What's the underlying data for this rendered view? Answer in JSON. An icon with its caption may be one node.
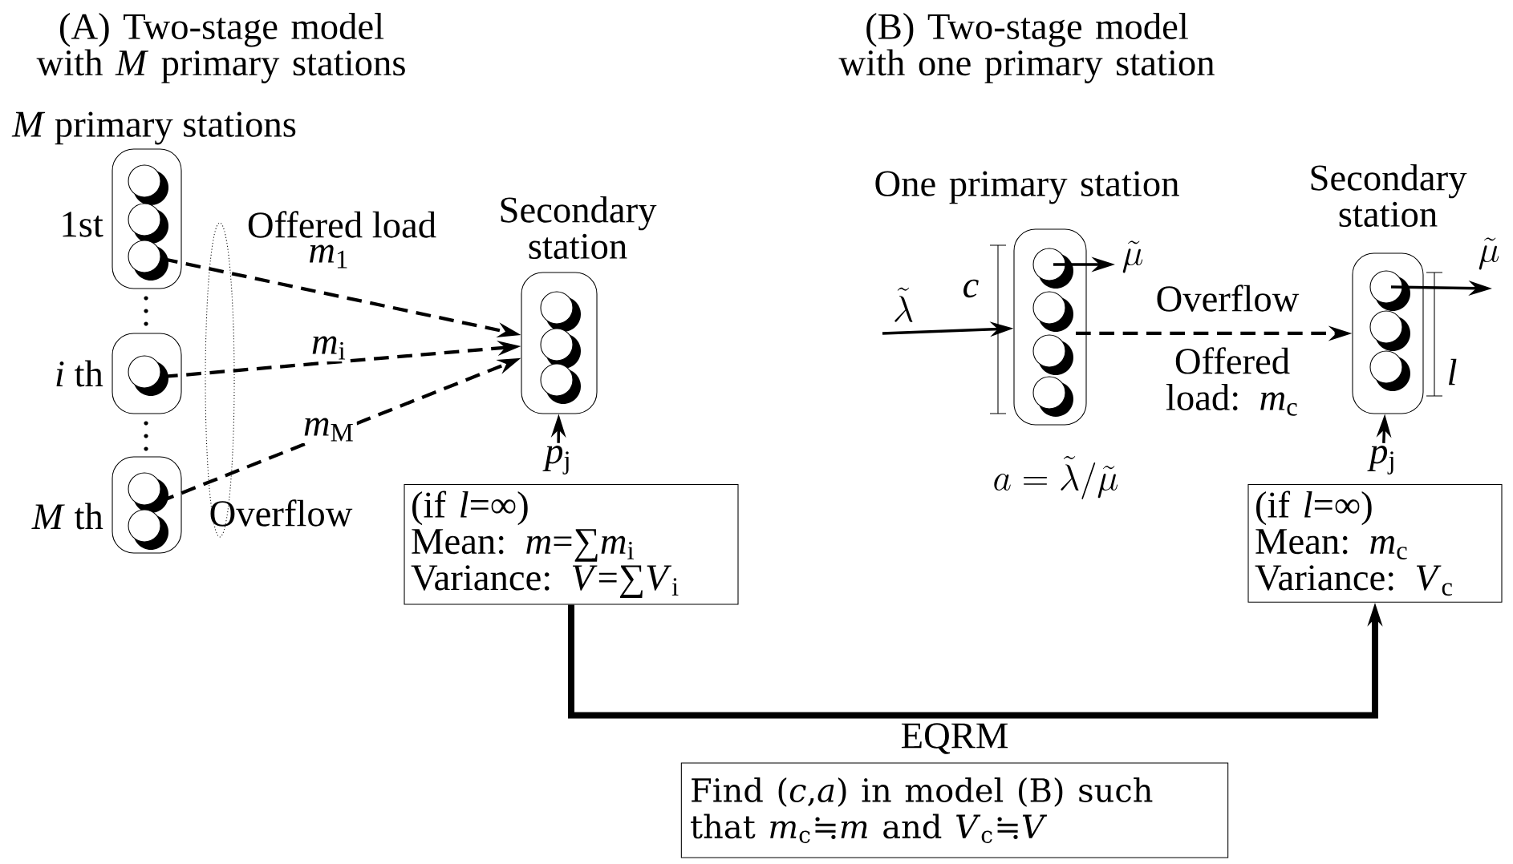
{
  "diagram": {
    "nodes": [
      {
        "text": [],
        "shape": "box",
        "beside": [
          "1st"
        ]
      },
      {
        "text": [],
        "shape": "box",
        "beside": [
          "*i* th"
        ]
      },
      {
        "text": [],
        "shape": "box",
        "beside": [
          "*M* th"
        ]
      },
      {
        "text": [
          "Secondary station"
        ]
      },
      {
        "text": [
          "(if *l*=∞)",
          "Mean: *m*=∑*m*$_{i}$",
          "Variance: *V*=∑*V*$_{i}$"
        ]
      },
      {
        "text": [
          "One primary station"
        ],
        "beside": [
          "a=\\tilde{\\lambda}/\\tilde{\\mu}"
        ]
      },
      {
        "text": [
          "Secondary station"
        ]
      },
      {
        "text": [
          "(if *l*=∞)",
          "Mean: *m*$_{c}$",
          "Variance: *V*$_{c}$"
        ]
      },
      {
        "text": [
          "EQRM",
          "Find (*c*,*a*) in model (B) such that *m*$_{c}$≒*m* and *V*$_{c}$≒*V*"
        ]
      },
      {
        "text": [
          "*p*$_{j}$"
        ]
      },
      {
        "text": [
          "*p*$_{j}$"
        ]
      }
    ],
    "edges": [
      {
        "from": 0,
        "to": 3,
        "arrow": "to",
        "label": "*m*$_{1}$",
        "style": "dashed"
      },
      {
        "from": 1,
        "to": 3,
        "arrow": "to",
        "label": "*m*$_{i}$",
        "style": "dashed"
      },
      {
        "from": 2,
        "to": 3,
        "arrow": "to",
        "label": "*m*$_{M}$",
        "style": "dashed"
      },
      {
        "from": 9,
        "to": 3,
        "arrow": "to"
      },
      {
        "from": null,
        "to": 5,
        "arrow": "to",
        "label": "\\tilde{\\lambda}"
      },
      {
        "from": 5,
        "to": null,
        "arrow": "to",
        "label": "\\tilde{\\mu}"
      },
      {
        "from": 5,
        "to": 6,
        "arrow": "to",
        "label": "Overflow",
        "style": "dashed"
      },
      {
        "from": 6,
        "to": null,
        "arrow": "to",
        "label": "\\tilde{\\mu}"
      },
      {
        "from": 10,
        "to": 6,
        "arrow": "to"
      },
      {
        "from": 4,
        "to": 7,
        "arrow": "to",
        "style": "thick"
      }
    ],
    "labels": [
      "(A) Two-stage model with *M* primary stations",
      "(B) Two-stage model with one primary station",
      "*M* primary stations",
      "Offered load",
      "Overflow",
      "*c*",
      "Offered load: *m*$_{c}$",
      "*l*"
    ]
  }
}
